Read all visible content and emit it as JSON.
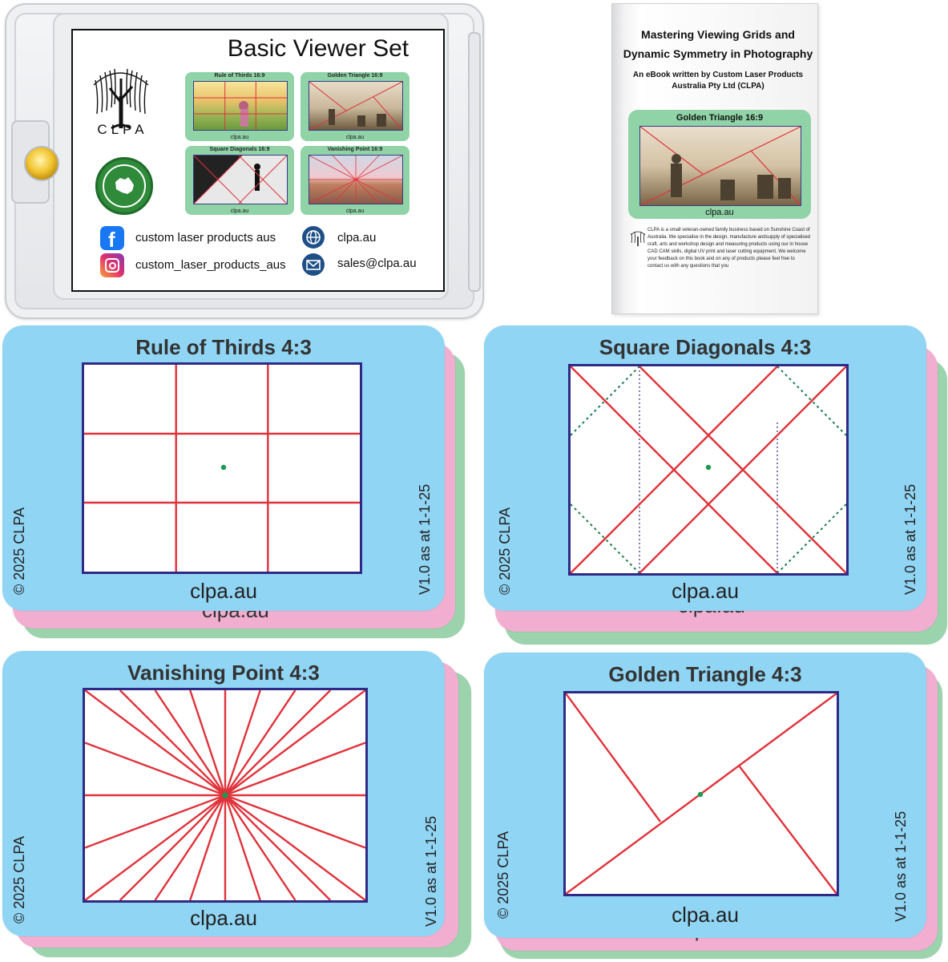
{
  "insert": {
    "title": "Basic Viewer Set",
    "brand": "CLPA",
    "mini_cards": [
      {
        "title": "Rule of Thirds 16:9",
        "foot": "clpa.au"
      },
      {
        "title": "Golden Triangle 16:9",
        "foot": "clpa.au"
      },
      {
        "title": "Square Diagonals 16:9",
        "foot": "clpa.au"
      },
      {
        "title": "Vanishing Point 16:9",
        "foot": "clpa.au"
      }
    ],
    "contacts": {
      "facebook": "custom laser products aus",
      "instagram": "custom_laser_products_aus",
      "website": "clpa.au",
      "email": "sales@clpa.au"
    }
  },
  "book": {
    "title_line1": "Mastering Viewing Grids and",
    "title_line2": "Dynamic Symmetry in Photography",
    "subtitle_line1": "An eBook written by Custom Laser Products",
    "subtitle_line2": "Australia Pty Ltd (CLPA)",
    "card_title": "Golden Triangle 16:9",
    "card_foot": "clpa.au",
    "blurb": "CLPA is a small veteran-owned family business based on Sunshine Coast of Australia. We specialise in the design, manufacture andsupply of specialised craft, arts and workshop design and measuring products using our in house CAD CAM skills, digital UV print and laser cutting equipment. We welcome your feedback on this book and on any of products please feel free to contact us with any questions that you"
  },
  "cards": [
    {
      "title": "Rule of Thirds 4:3",
      "foot": "clpa.au",
      "copyright": "© 2025 CLPA",
      "version": "V1.0 as at 1-1-25",
      "under_foot": "clpa.au"
    },
    {
      "title": "Square Diagonals 4:3",
      "foot": "clpa.au",
      "copyright": "© 2025 CLPA",
      "version": "V1.0 as at 1-1-25",
      "under_foot": "clpa.au"
    },
    {
      "title": "Vanishing Point 4:3",
      "foot": "clpa.au",
      "copyright": "© 2025 CLPA",
      "version": "V1.0 as at 1-1-25"
    },
    {
      "title": "Golden Triangle 4:3",
      "foot": "clpa.au",
      "copyright": "© 2025 CLPA",
      "version": "V1.0 as at 1-1-25",
      "under_foot": "clpa.au"
    }
  ],
  "colors": {
    "card_blue": "#91d5f4",
    "card_pink": "#f2aed0",
    "card_green": "#9bd3ad",
    "frame_navy": "#2e2a85",
    "grid_red": "#e0323a",
    "center_dot": "#1a9a50"
  }
}
